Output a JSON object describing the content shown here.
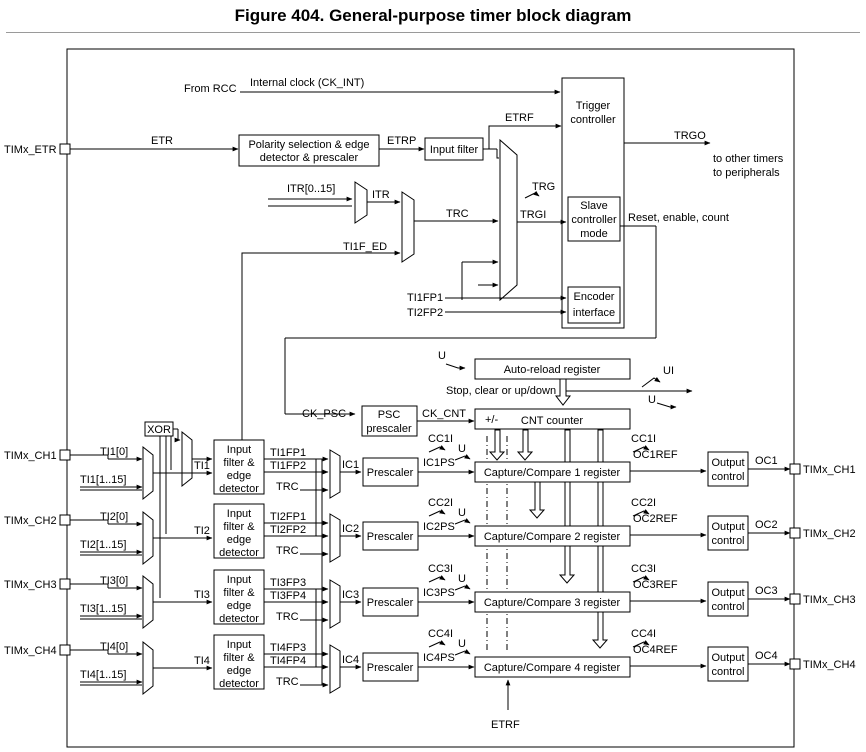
{
  "title": "Figure 404. General-purpose timer block diagram",
  "labels": {
    "from_rcc": "From RCC",
    "internal_clock": "Internal clock (CK_INT)",
    "trigger_controller": "Trigger controller",
    "etr": "ETR",
    "etrp": "ETRP",
    "etrf": "ETRF",
    "etrf_bottom": "ETRF",
    "polarity_line1": "Polarity selection & edge",
    "polarity_line2": "detector & prescaler",
    "input_filter": "Input filter",
    "trgo": "TRGO",
    "to_other_line1": "to other timers",
    "to_other_line2": "to peripherals",
    "trg": "TRG",
    "trgi": "TRGI",
    "itr_range": "ITR[0..15]",
    "itr": "ITR",
    "trc": "TRC",
    "ti1f_ed": "TI1F_ED",
    "slave_line1": "Slave",
    "slave_line2": "controller",
    "slave_line3": "mode",
    "reset_enable_count": "Reset, enable, count",
    "ti1fp1": "TI1FP1",
    "ti2fp2": "TI2FP2",
    "encoder_line1": "Encoder",
    "encoder_line2": "interface",
    "u_arr": "U",
    "auto_reload": "Auto-reload register",
    "stop_clear": "Stop, clear or up/down",
    "ui": "UI",
    "u_out": "U",
    "ck_psc": "CK_PSC",
    "psc_line1": "PSC",
    "psc_line2": "prescaler",
    "ck_cnt": "CK_CNT",
    "plus_minus": "+/-",
    "cnt_counter": "CNT counter",
    "xor": "XOR",
    "ti1_out": "TI1",
    "ti2_out": "TI2",
    "ti3_out": "TI3",
    "ti4_out": "TI4",
    "filter_line1": "Input",
    "filter_line2": "filter &",
    "filter_line3": "edge",
    "filter_line4": "detector",
    "prescaler": "Prescaler",
    "output_line1": "Output",
    "output_line2": "control"
  },
  "pins": {
    "etr": "TIMx_ETR",
    "ch1_in": "TIMx_CH1",
    "ch2_in": "TIMx_CH2",
    "ch3_in": "TIMx_CH3",
    "ch4_in": "TIMx_CH4",
    "ch1_out": "TIMx_CH1",
    "ch2_out": "TIMx_CH2",
    "ch3_out": "TIMx_CH3",
    "ch4_out": "TIMx_CH4"
  },
  "channels": [
    {
      "ti0": "TI1[0]",
      "tin": "TI1[1..15]",
      "fpa": "TI1FP1",
      "fpb": "TI1FP2",
      "trc": "TRC",
      "ic": "IC1",
      "icps": "IC1PS",
      "cci": "CC1I",
      "u": "U",
      "ccr": "Capture/Compare 1 register",
      "cci_out": "CC1I",
      "ocref": "OC1REF",
      "oc": "OC1"
    },
    {
      "ti0": "TI2[0]",
      "tin": "TI2[1..15]",
      "fpa": "TI2FP1",
      "fpb": "TI2FP2",
      "trc": "TRC",
      "ic": "IC2",
      "icps": "IC2PS",
      "cci": "CC2I",
      "u": "U",
      "ccr": "Capture/Compare 2 register",
      "cci_out": "CC2I",
      "ocref": "OC2REF",
      "oc": "OC2"
    },
    {
      "ti0": "TI3[0]",
      "tin": "TI3[1..15]",
      "fpa": "TI3FP3",
      "fpb": "TI3FP4",
      "trc": "TRC",
      "ic": "IC3",
      "icps": "IC3PS",
      "cci": "CC3I",
      "u": "U",
      "ccr": "Capture/Compare 3 register",
      "cci_out": "CC3I",
      "ocref": "OC3REF",
      "oc": "OC3"
    },
    {
      "ti0": "TI4[0]",
      "tin": "TI4[1..15]",
      "fpa": "TI4FP3",
      "fpb": "TI4FP4",
      "trc": "TRC",
      "ic": "IC4",
      "icps": "IC4PS",
      "cci": "CC4I",
      "u": "U",
      "ccr": "Capture/Compare 4 register",
      "cci_out": "CC4I",
      "ocref": "OC4REF",
      "oc": "OC4"
    }
  ],
  "colors": {
    "highlight": "#ffff00",
    "stroke": "#000000"
  }
}
